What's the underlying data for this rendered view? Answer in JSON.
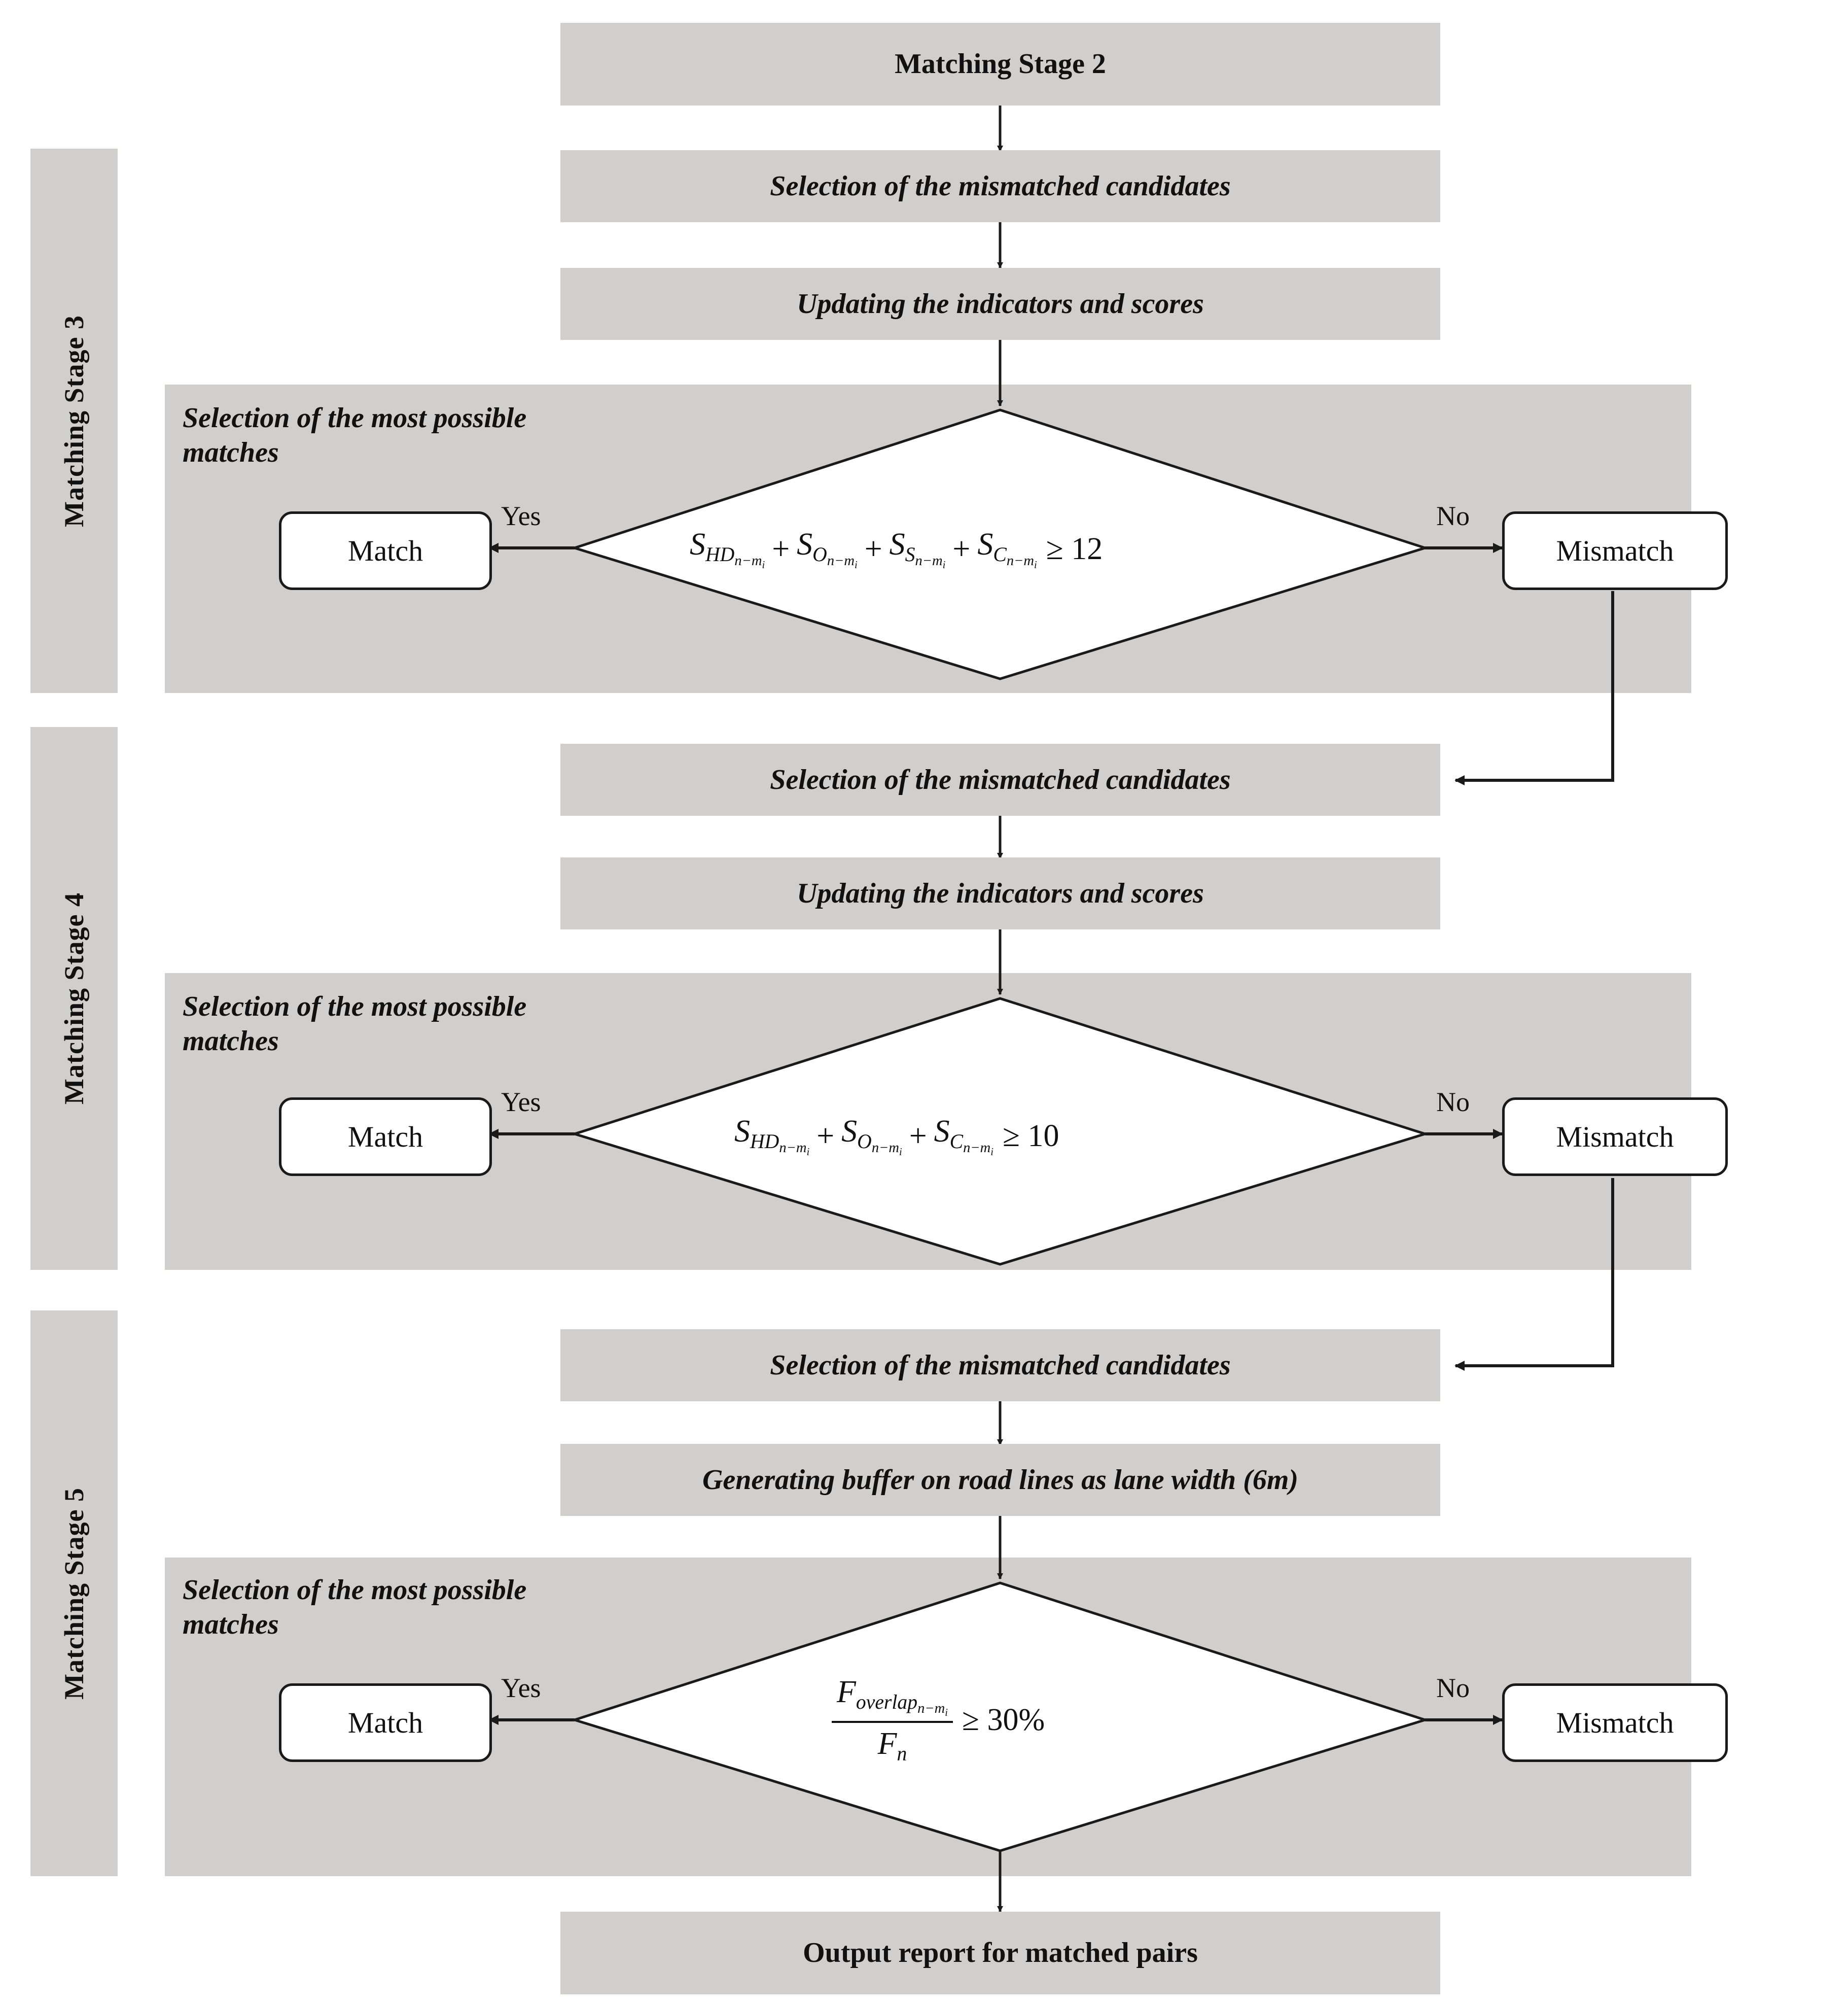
{
  "colors": {
    "band_gray": "#d0cfcd",
    "box_white": "#ffffff",
    "line_black": "#1a1a1a",
    "text_black": "#111111"
  },
  "diagram": {
    "title": "Matching Stages 3-5 flowchart",
    "top_box": {
      "label": "Matching Stage 2"
    },
    "bottom_box": {
      "label": "Output report for matched pairs"
    },
    "stages": [
      {
        "id": "stage3",
        "side_label": "Matching Stage 3",
        "band_title": "Selection of the most possible\nmatches",
        "process_boxes": [
          {
            "label": "Selection of the mismatched candidates"
          },
          {
            "label": "Updating the indicators and scores"
          }
        ],
        "decision": {
          "formula_text": "S_HD(n-mi) + S_O(n-mi) + S_S(n-mi) + S_C(n-mi) >= 12",
          "terms": [
            {
              "base": "S",
              "sub": "HD",
              "subsub": "n−m",
              "subsubsub": "i"
            },
            {
              "base": "S",
              "sub": "O",
              "subsub": "n−m",
              "subsubsub": "i"
            },
            {
              "base": "S",
              "sub": "S",
              "subsub": "n−m",
              "subsubsub": "i"
            },
            {
              "base": "S",
              "sub": "C",
              "subsub": "n−m",
              "subsubsub": "i"
            }
          ],
          "operator": "≥",
          "threshold": "12"
        },
        "yes_label": "Yes",
        "no_label": "No",
        "yes_target": "Match",
        "no_target": "Mismatch"
      },
      {
        "id": "stage4",
        "side_label": "Matching Stage 4",
        "band_title": "Selection of the most possible\nmatches",
        "process_boxes": [
          {
            "label": "Selection of the mismatched candidates"
          },
          {
            "label": "Updating the indicators and scores"
          }
        ],
        "decision": {
          "formula_text": "S_HD(n-mi) + S_O(n-mi) + S_C(n-mi) >= 10",
          "terms": [
            {
              "base": "S",
              "sub": "HD",
              "subsub": "n−m",
              "subsubsub": "i"
            },
            {
              "base": "S",
              "sub": "O",
              "subsub": "n−m",
              "subsubsub": "i"
            },
            {
              "base": "S",
              "sub": "C",
              "subsub": "n−m",
              "subsubsub": "i"
            }
          ],
          "operator": "≥",
          "threshold": "10"
        },
        "yes_label": "Yes",
        "no_label": "No",
        "yes_target": "Match",
        "no_target": "Mismatch"
      },
      {
        "id": "stage5",
        "side_label": "Matching Stage 5",
        "band_title": "Selection of the most possible\nmatches",
        "process_boxes": [
          {
            "label": "Selection of the mismatched candidates"
          },
          {
            "label": "Generating buffer on road lines as lane width (6m)"
          }
        ],
        "decision": {
          "formula_text": "F_overlap(n-mi) / F_n >= 30%",
          "numerator": {
            "base": "F",
            "sub": "overlap",
            "subsub": "n−m",
            "subsubsub": "i"
          },
          "denominator": {
            "base": "F",
            "sub": "n"
          },
          "operator": "≥",
          "threshold": "30%"
        },
        "yes_label": "Yes",
        "no_label": "No",
        "yes_target": "Match",
        "no_target": "Mismatch"
      }
    ]
  }
}
